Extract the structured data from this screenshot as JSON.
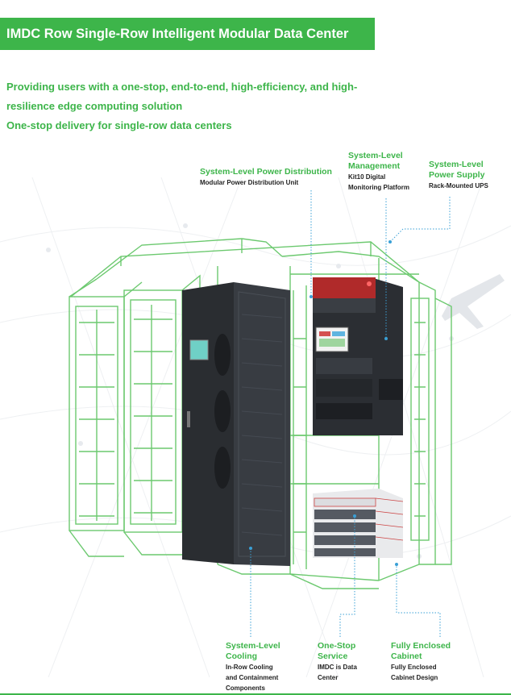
{
  "title": "IMDC Row Single-Row Intelligent Modular Data Center",
  "intro": {
    "line1": "Providing users with a one-stop, end-to-end, high-efficiency, and high-",
    "line2": "resilience edge computing solution",
    "line3": "One-stop delivery for single-row data centers"
  },
  "callouts": {
    "power_distribution": {
      "heading": "System-Level Power Distribution",
      "desc": "Modular Power Distribution Unit"
    },
    "management": {
      "heading1": "System-Level",
      "heading2": "Management",
      "desc1": "Kit10 Digital",
      "desc2": "Monitoring Platform"
    },
    "power_supply": {
      "heading1": "System-Level",
      "heading2": "Power Supply",
      "desc": "Rack-Mounted UPS"
    },
    "cooling": {
      "heading1": "System-Level",
      "heading2": "Cooling",
      "desc1": "In-Row Cooling",
      "desc2": "and Containment",
      "desc3": "Components"
    },
    "service": {
      "heading1": "One-Stop",
      "heading2": "Service",
      "desc1": "IMDC is Data",
      "desc2": "Center"
    },
    "cabinet": {
      "heading1": "Fully Enclosed",
      "heading2": "Cabinet",
      "desc1": "Fully Enclosed",
      "desc2": "Cabinet Design"
    }
  },
  "colors": {
    "accent": "#3db54a",
    "wireframe": "#6cc96f",
    "cooling_unit": "#2a2d31",
    "ups_red": "#b02a2a",
    "leader": "#3aa0d6"
  }
}
